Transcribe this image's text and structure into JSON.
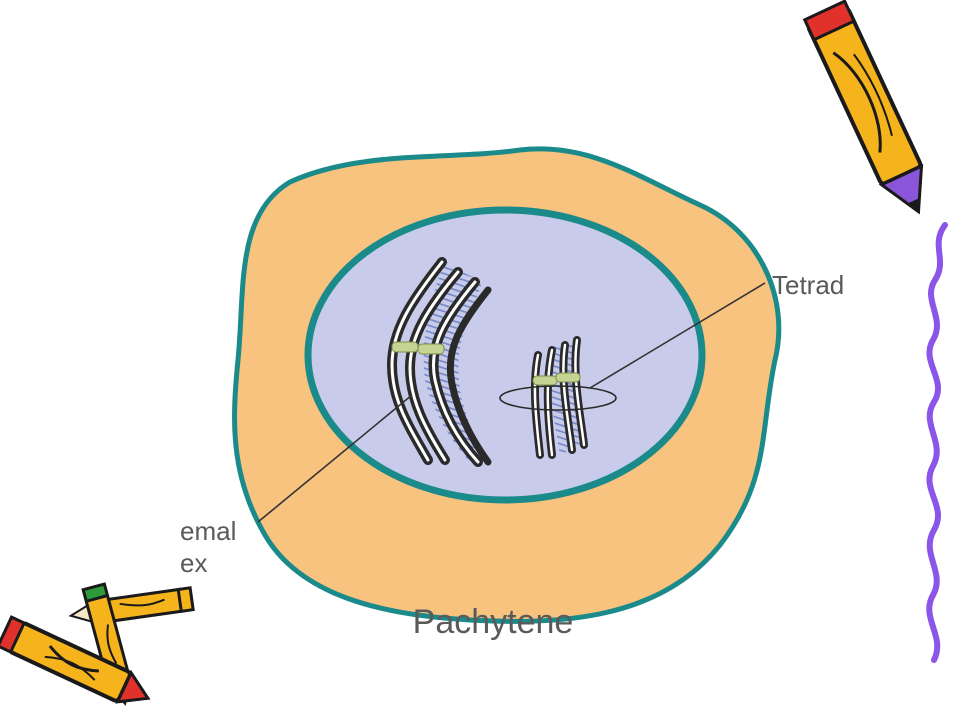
{
  "diagram": {
    "stage_label": "Pachytene",
    "label_tetrad": "Tetrad",
    "label_synaptonemal_line1": "emal",
    "label_synaptonemal_line2": "ex"
  },
  "colors": {
    "cytoplasm": "#f8c27f",
    "cell_membrane": "#1a8a8a",
    "nucleus": "#c9cbea",
    "chromosome": "#2a2a2a",
    "synaptonemal_hatch": "#6f86c6",
    "chiasma_band": "#c6d493",
    "pencil_body": "#f6b41c",
    "pencil_tip": "#e0322a",
    "pencil_eraser": "#2f9a3a",
    "pencil_cap": "#8a55d8",
    "squiggle": "#8a55e8",
    "label_text": "#5a5a5a"
  },
  "icons": [
    "pencil-icon",
    "pencil-icon",
    "pencil-icon"
  ]
}
